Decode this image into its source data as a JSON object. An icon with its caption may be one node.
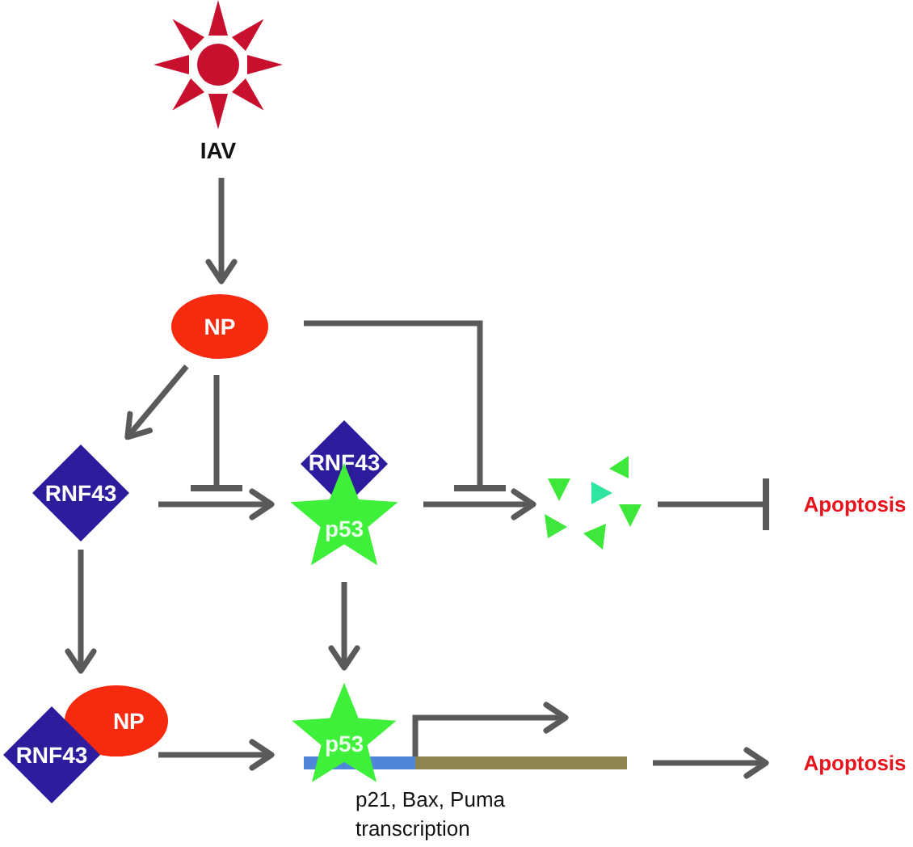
{
  "diagram": {
    "nodes": [
      {
        "text": [
          "IAV"
        ]
      },
      {
        "text": [
          "NP"
        ]
      },
      {
        "text": [
          "RNF43"
        ]
      },
      {
        "text": [
          "RNF43"
        ]
      },
      {
        "text": [
          "p53"
        ]
      },
      {
        "text": [],
        "shape": "triangles"
      },
      {
        "text": [
          "Apoptosis"
        ]
      },
      {
        "text": [
          "NP"
        ]
      },
      {
        "text": [
          "RNF43"
        ]
      },
      {
        "text": [
          "p53"
        ]
      },
      {
        "text": [],
        "shape": "bar"
      },
      {
        "text": [
          "Apoptosis"
        ]
      }
    ],
    "edges": [
      {
        "from": 0,
        "to": 1,
        "arrow": "to"
      },
      {
        "from": 1,
        "to": 2,
        "arrow": "to"
      },
      {
        "from": 1,
        "to": null,
        "arrow": "other"
      },
      {
        "from": 1,
        "to": null,
        "arrow": "other"
      },
      {
        "from": 2,
        "to": 4,
        "arrow": "to"
      },
      {
        "from": 4,
        "to": 5,
        "arrow": "to"
      },
      {
        "from": 5,
        "to": 6,
        "arrow": "other"
      },
      {
        "from": 2,
        "to": 7,
        "arrow": "to"
      },
      {
        "from": 4,
        "to": 9,
        "arrow": "to"
      },
      {
        "from": 7,
        "to": 9,
        "arrow": "to"
      },
      {
        "from": 10,
        "to": 11,
        "arrow": "to"
      }
    ],
    "labels": [
      "p21, Bax, Puma transcription"
    ]
  }
}
